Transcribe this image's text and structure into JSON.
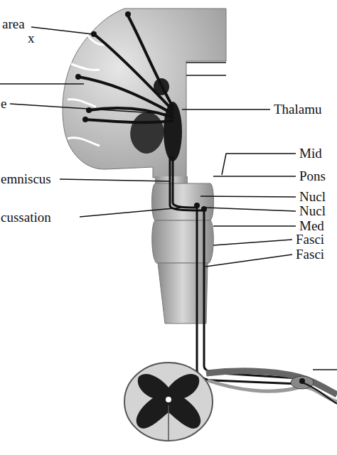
{
  "diagram": {
    "labels": [
      "area",
      "x",
      "e",
      "emniscus",
      "cussation",
      "Thalamu",
      "Mid",
      "Pons",
      "Nucl",
      "Nucl",
      "Med",
      "Fasci",
      "Fasci"
    ]
  }
}
